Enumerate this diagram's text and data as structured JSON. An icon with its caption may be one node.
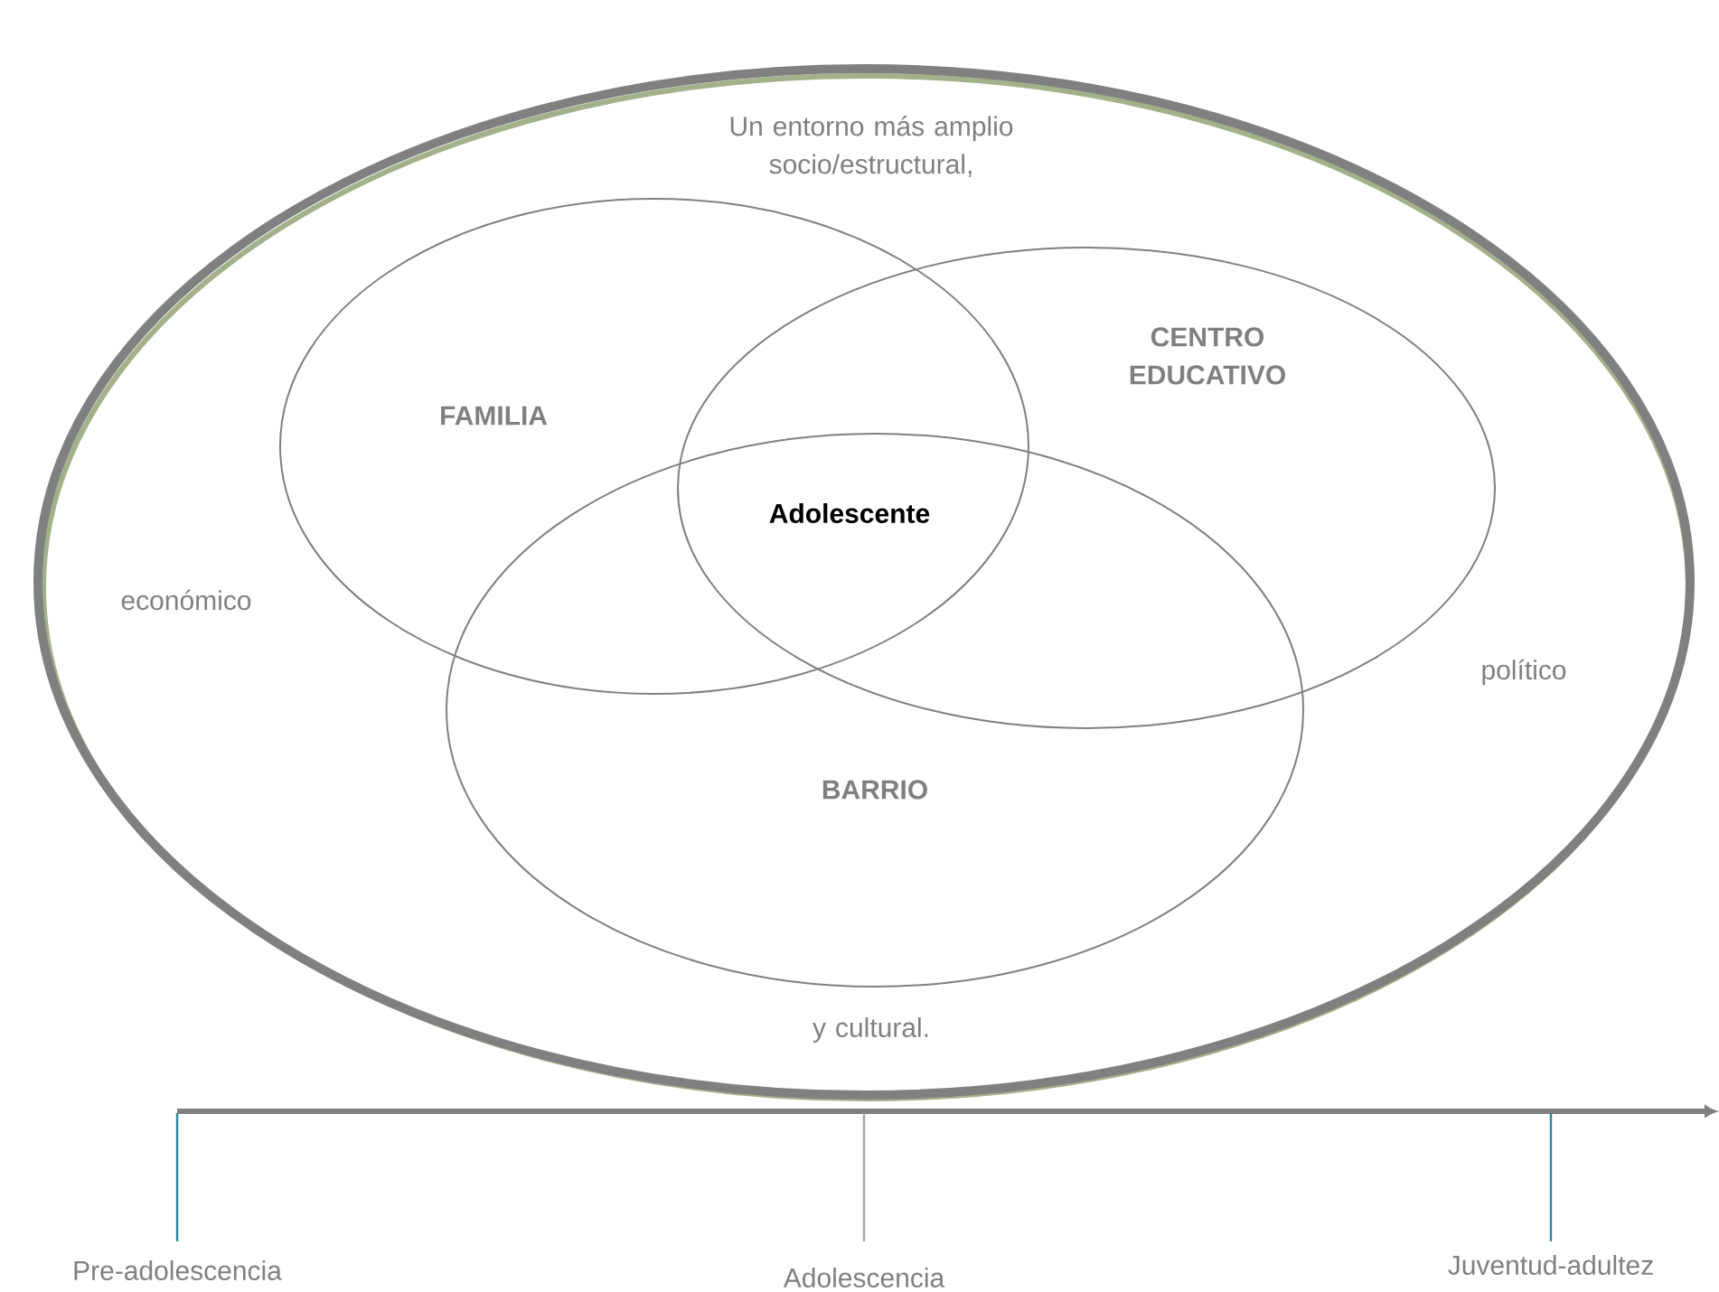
{
  "diagram": {
    "nodes": [
      {
        "text": [
          "Un entorno más amplio socio/estructural,",
          "económico",
          "político",
          "y cultural."
        ]
      },
      {
        "text": [
          "FAMILIA"
        ],
        "in": 0
      },
      {
        "text": [
          "CENTRO EDUCATIVO"
        ],
        "in": 0
      },
      {
        "text": [
          "BARRIO"
        ],
        "in": 0
      }
    ],
    "labels": [
      "Adolescente",
      "Pre-adolescencia",
      "Adolescencia",
      "Juventud-adultez"
    ]
  }
}
